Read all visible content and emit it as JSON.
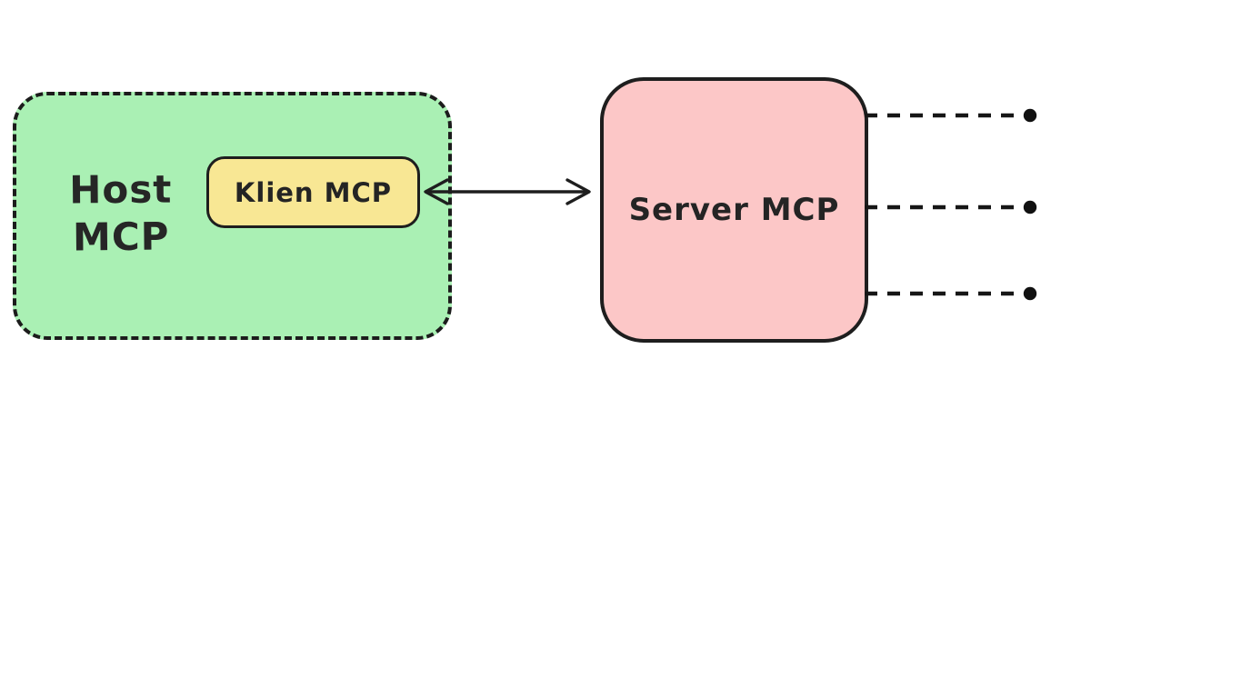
{
  "diagram": {
    "background_color": "#ffffff",
    "stroke_color": "#1e1e1e",
    "nodes": {
      "host": {
        "label_line1": "Host",
        "label_line2": "MCP",
        "fill": "#aaf0b4",
        "border_style": "dashed"
      },
      "client": {
        "label": "Klien MCP",
        "fill": "#f8e794",
        "border_style": "solid"
      },
      "server": {
        "label": "Server MCP",
        "fill": "#fcc7c7",
        "border_style": "solid"
      }
    },
    "connectors": {
      "client_server": {
        "type": "double-headed-arrow",
        "from": "Klien MCP",
        "to": "Server MCP"
      },
      "server_outputs": {
        "type": "dashed-line-with-dot",
        "count": 3
      }
    }
  }
}
